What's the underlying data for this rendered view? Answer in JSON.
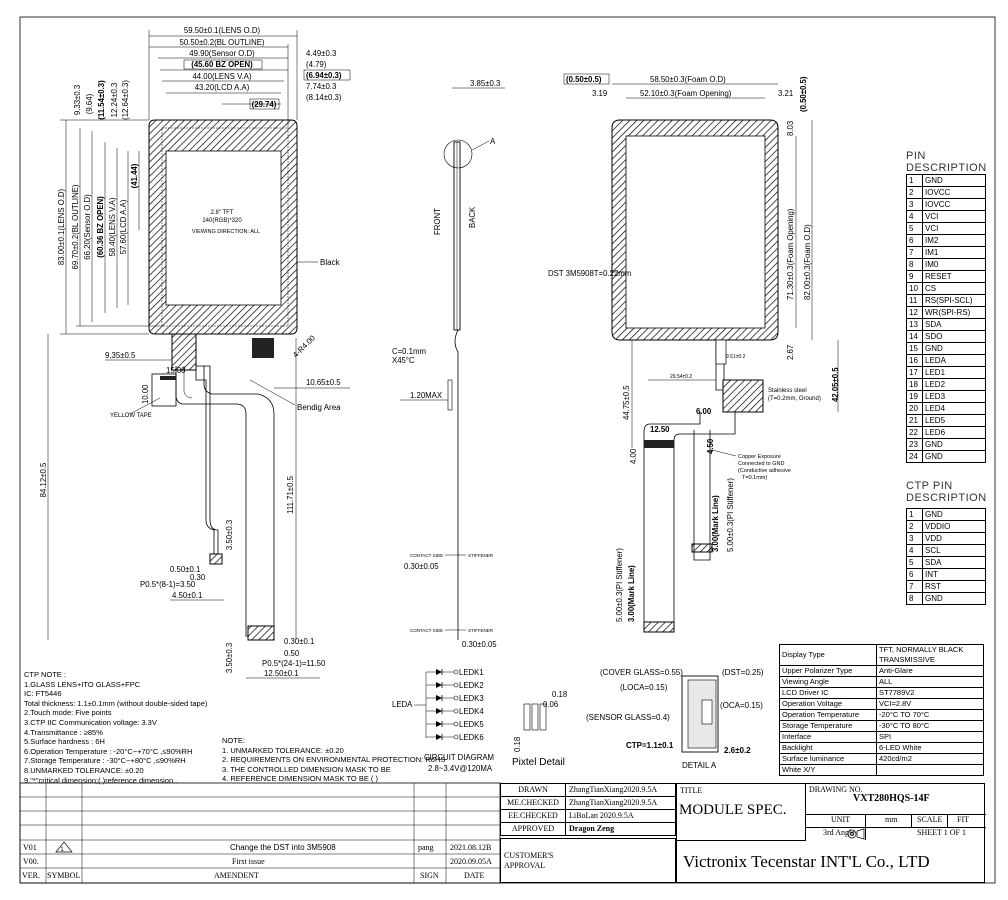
{
  "front_view": {
    "top_dims": [
      "59.50±0.1(LENS O.D)",
      "50.50±0.2(BL OUTLINE)",
      "49.90(Sensor O.D)",
      "(45.60 BZ OPEN)",
      "44.00(LENS V.A)",
      "43.20(LCD A.A)",
      "(29.74)"
    ],
    "right_dims": [
      "4.49±0.3",
      "(4.79)",
      "(6.94±0.3)",
      "7.74±0.3",
      "(8.14±0.3)"
    ],
    "left_dims": [
      "83.00±0.1(LENS O.D)",
      "69.70±0.2(BL OUTLINE)",
      "66.20(Sensor O.D)",
      "(60.36 BZ OPEN)",
      "58.40(LENS V.A)",
      "57.60(LCD A.A)",
      "(41.44)"
    ],
    "top_left_dims": [
      "9.33±0.3",
      "(9.64)",
      "(11.54±0.3)",
      "12.24±0.3",
      "(12.64±0.3)"
    ],
    "screen_text": [
      "2.8\" TFT",
      "240(RGB)*320",
      "VIEWING DIRECTION: ALL"
    ],
    "labels": {
      "black": "Black",
      "r4": "4-R4.00",
      "bend": "Bendig Area",
      "yellow": "YELLOW TAPE",
      "d_935": "9.35±0.5",
      "d_15": "15.00",
      "d_10": "10.00",
      "d_1065": "10.65±0.5",
      "d_8412": "84.12±0.5",
      "d_11171": "111.71±0.5",
      "d_350": "3.50±0.3",
      "d_050": "0.50±0.1",
      "d_030": "0.30",
      "d_p05": "P0.5*(8-1)=3.50",
      "d_450": "4.50±0.1",
      "d_030b": "0.30±0.1",
      "d_050b": "0.50",
      "d_p05b": "P0.5*(24-1)=11.50",
      "d_1250": "12.50±0.1",
      "d_350b": "3.50±0.3"
    }
  },
  "side_view": {
    "labels": {
      "d_385": "3.85±0.3",
      "a": "A",
      "front": "FRONT",
      "back": "BACK",
      "chamfer": "C=0.1mm",
      "angle": "X45°C",
      "d_120": "1.20MAX",
      "contact1": "CONTACT SIDE",
      "stiff1": "STIFFENER",
      "d_030": "0.30±0.05",
      "contact2": "CONTACT SIDE",
      "stiff2": "STIFFENER",
      "d_030b": "0.30±0.05"
    }
  },
  "back_view": {
    "labels": {
      "d_050l": "(0.50±0.5)",
      "d_5850": "58.50±0.3(Foam O.D)",
      "d_319": "3.19",
      "d_5210": "52.10±0.3(Foam Opening)",
      "d_321": "3.21",
      "d_050r": "(0.50±0.5)",
      "d_803": "8.03",
      "d_7130": "71.30±0.3(Foam Opening)",
      "d_8200": "82.00±0.3(Foam O.D)",
      "dst": "DST 3M5908T=0.22mm",
      "d_267": "2.67",
      "d_951": "9.51±0.2",
      "d_2954": "29.54±0.2",
      "steel": "Stainless steel",
      "steel2": "(T=0.2mm, Ground)",
      "d_4475": "44.75±0.5",
      "d_4205": "42.05±0.5",
      "d_600": "6.00",
      "d_1250": "12.50",
      "d_450": "4.50",
      "copper1": "Copper Exposure",
      "copper2": "Connected to GND",
      "copper3": "(Conductive adhesive",
      "copper4": "T=0.1mm)",
      "d_400": "4.00",
      "mark1": "3.00(Mark Line)",
      "pi1": "5.00±0.3(PI Stiffener)",
      "pi2": "5.00±0.3(PI Stiffener)",
      "mark2": "3.00(Mark Line)"
    }
  },
  "pin_description": {
    "title_line1": "PIN",
    "title_line2": "DESCRIPTION",
    "pins": [
      [
        "1",
        "GND"
      ],
      [
        "2",
        "IOVCC"
      ],
      [
        "3",
        "IOVCC"
      ],
      [
        "4",
        "VCI"
      ],
      [
        "5",
        "VCI"
      ],
      [
        "6",
        "IM2"
      ],
      [
        "7",
        "IM1"
      ],
      [
        "8",
        "IM0"
      ],
      [
        "9",
        "RESET"
      ],
      [
        "10",
        "CS"
      ],
      [
        "11",
        "RS(SPI-SCL)"
      ],
      [
        "12",
        "WR(SPI-RS)"
      ],
      [
        "13",
        "SDA"
      ],
      [
        "14",
        "SDO"
      ],
      [
        "15",
        "GND"
      ],
      [
        "16",
        "LEDA"
      ],
      [
        "17",
        "LED1"
      ],
      [
        "18",
        "LED2"
      ],
      [
        "19",
        "LED3"
      ],
      [
        "20",
        "LED4"
      ],
      [
        "21",
        "LED5"
      ],
      [
        "22",
        "LED6"
      ],
      [
        "23",
        "GND"
      ],
      [
        "24",
        "GND"
      ]
    ]
  },
  "ctp_pin_description": {
    "title_line1": "CTP PIN",
    "title_line2": "DESCRIPTION",
    "pins": [
      [
        "1",
        "GND"
      ],
      [
        "2",
        "VDDIO"
      ],
      [
        "3",
        "VDD"
      ],
      [
        "4",
        "SCL"
      ],
      [
        "5",
        "SDA"
      ],
      [
        "6",
        "INT"
      ],
      [
        "7",
        "RST"
      ],
      [
        "8",
        "GND"
      ]
    ]
  },
  "specs": [
    [
      "Display Type",
      "TFT, NORMALLY BLACK TRANSMISSIVE"
    ],
    [
      "Upper Polarizer Type",
      "Anti-Glare"
    ],
    [
      "Viewing Angle",
      "ALL"
    ],
    [
      "LCD Driver IC",
      "ST7789V2"
    ],
    [
      "Operation Voltage",
      "VCI=2.8V"
    ],
    [
      "Operation Temperature",
      "-20°C TO 70°C"
    ],
    [
      "Storage Temperature",
      "-30°C TO 80°C"
    ],
    [
      "Interface",
      "SPI"
    ],
    [
      "Backlight",
      "6-LED White"
    ],
    [
      "Surface luminance",
      "420cd/m2"
    ],
    [
      "White X/Y",
      ""
    ]
  ],
  "ctp_notes": [
    "CTP NOTE :",
    "1.GLASS LENS+ITO GLASS+FPC",
    "IC: FT5446",
    "Total thickness: 1.1±0.1mm (without double-sided tape)",
    "2.Touch mode: Five points",
    "3.CTP IIC Communication voltage: 3.3V",
    "4.Transmittance : ≥85%",
    "5.Surface hardness : 6H",
    "6.Operation Temperature : -20°C~+70°C ,≤90%RH",
    "7.Storage Temperature : -30°C~+80°C ,≤90%RH",
    "8.UNMARKED TOLERANCE: ±0.20",
    "9.\"*\"critical dimension;( )reference dimension.."
  ],
  "general_notes": [
    "NOTE:",
    "1. UNMARKED TOLERANCE: ±0.20",
    "2. REQUIREMENTS ON ENVIRONMENTAL PROTECTION: RoHS",
    "3. THE CONTROLLED DIMENSION MASK TO BE",
    "4. REFERENCE DIMENSION MASK TO BE ( )"
  ],
  "circuit": {
    "title": "CIRCUIT DIAGRAM",
    "voltage": "2.8~3.4V@120MA",
    "leda": "LEDA",
    "ledk": [
      "LEDK1",
      "LEDK2",
      "LEDK3",
      "LEDK4",
      "LEDK5",
      "LEDK6"
    ]
  },
  "pixel_detail": {
    "title": "Pixtel Detail",
    "d1": "0.18",
    "d2": "0.06",
    "d3": "0.18"
  },
  "detail_a": {
    "title": "DETAIL A",
    "cover": "(COVER GLASS=0.55)",
    "loca": "(LOCA=0.15)",
    "sensor": "(SENSOR GLASS=0.4)",
    "ctp": "CTP=1.1±0.1",
    "dst": "(DST=0.25)",
    "oca": "(OCA=0.15)",
    "total": "2.6±0.2"
  },
  "revisions": [
    {
      "ver": "V01",
      "symbol": "1",
      "amendent": "Change the DST into 3M5908",
      "sign": "pang",
      "date": "2021.08.12B"
    },
    {
      "ver": "V00.",
      "symbol": "",
      "amendent": "First issue",
      "sign": "",
      "date": "2020.09.05A"
    }
  ],
  "revision_headers": {
    "ver": "VER.",
    "symbol": "SYMBOL",
    "amendent": "AMENDENT",
    "sign": "SIGN",
    "date": "DATE"
  },
  "approvals": [
    [
      "DRAWN",
      "ZhangTianXiang2020.9.5A"
    ],
    [
      "ME.CHECKED",
      "ZhangTianXiang2020.9.5A"
    ],
    [
      "EE.CHECKED",
      "LiBoLan  2020.9.5A"
    ],
    [
      "APPROVED",
      "Dragon Zeng"
    ]
  ],
  "customer_approval": "CUSTOMER'S APPROVAL",
  "title_block": {
    "title_label": "TITLE",
    "title": "MODULE SPEC.",
    "drawing_no_label": "DRAWING NO.",
    "drawing_no": "VXT280HQS-14F",
    "unit_label": "UNIT",
    "unit": "mm",
    "scale_label": "SCALE",
    "scale": "FIT",
    "angle": "3rd Angle",
    "sheet": "SHEET 1 OF 1",
    "company": "Victronix Tecenstar INT'L Co., LTD"
  }
}
